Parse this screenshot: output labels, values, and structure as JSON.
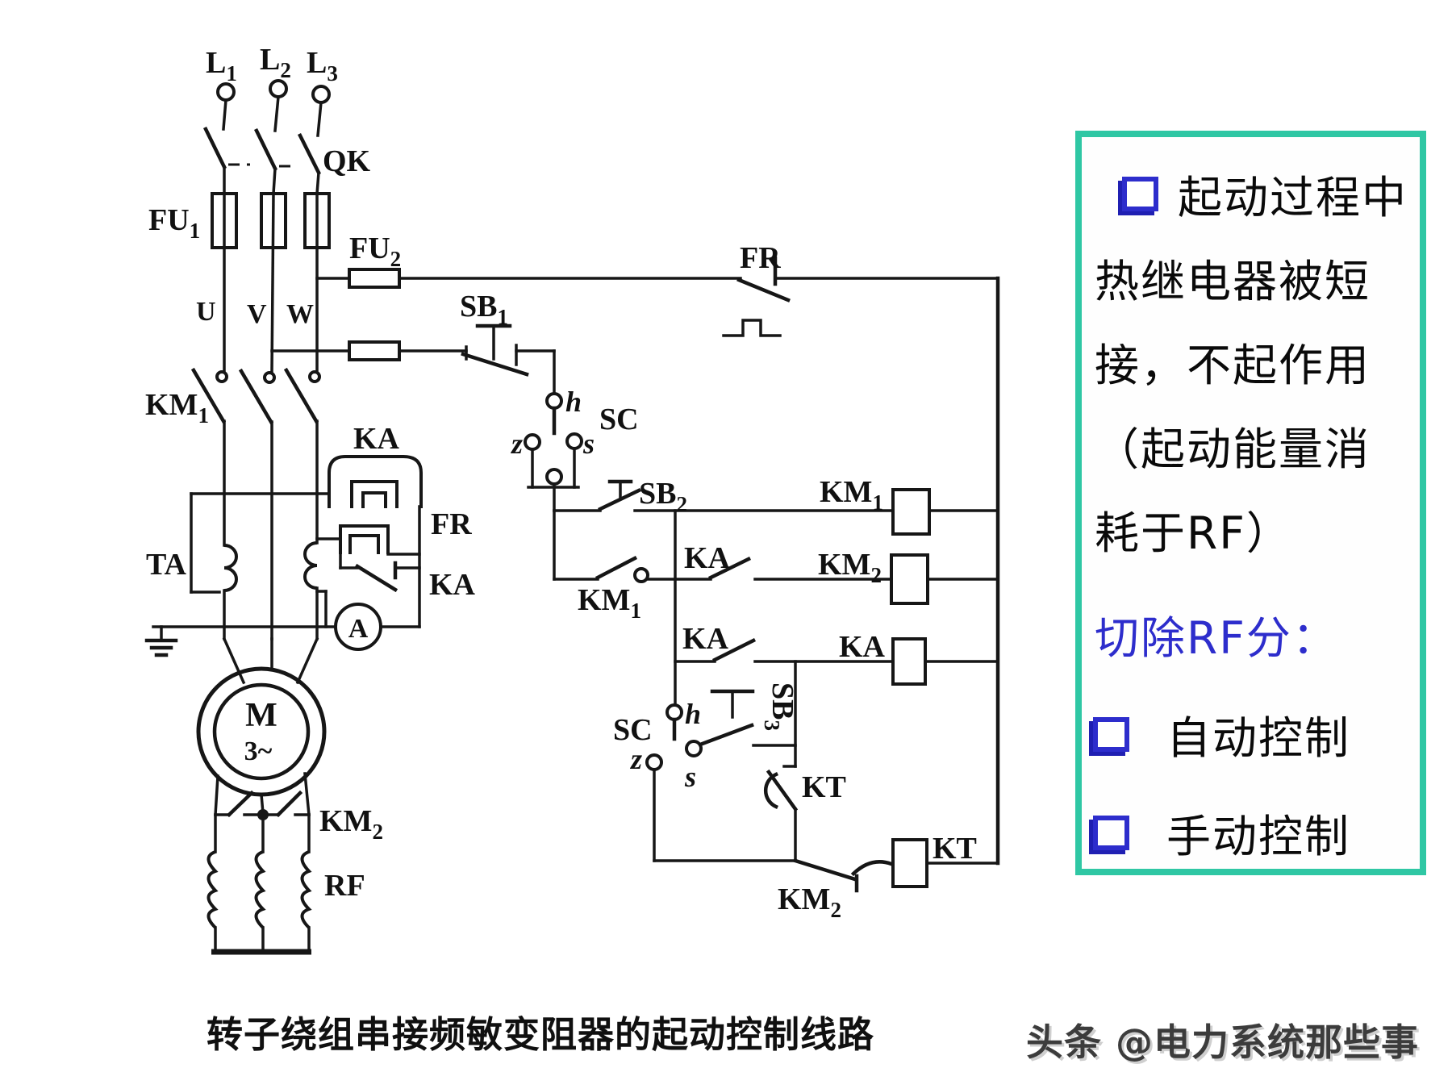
{
  "colors": {
    "panel_border": "#2fc7a4",
    "bullet_blue": "#2d2dcc",
    "blue_text": "#2d2dcc",
    "ink": "#161616",
    "watermark_gray": "#3c3c3c"
  },
  "panel": {
    "lines": [
      {
        "bullet": true,
        "text": "起动过程中",
        "style": "black"
      },
      {
        "bullet": false,
        "text": "热继电器被短",
        "style": "black"
      },
      {
        "bullet": false,
        "text": "接，不起作用",
        "style": "black"
      },
      {
        "bullet": false,
        "text": "（起动能量消",
        "style": "black"
      },
      {
        "bullet": false,
        "text": "耗于RF）",
        "style": "black"
      },
      {
        "bullet": false,
        "text": "切除RF分：",
        "style": "blue"
      },
      {
        "bullet": true,
        "text": "自动控制",
        "style": "black"
      },
      {
        "bullet": true,
        "text": "手动控制",
        "style": "black"
      }
    ]
  },
  "caption": "转子绕组串接频敏变阻器的起动控制线路",
  "watermark": "头条 @电力系统那些事",
  "labels": {
    "l1": {
      "base": "L",
      "sub": "1"
    },
    "l2": {
      "base": "L",
      "sub": "2"
    },
    "l3": {
      "base": "L",
      "sub": "3"
    },
    "qk": "QK",
    "fu1": {
      "base": "FU",
      "sub": "1"
    },
    "fu2": {
      "base": "FU",
      "sub": "2"
    },
    "u": "U",
    "v": "V",
    "w": "W",
    "km1_main": {
      "base": "KM",
      "sub": "1"
    },
    "ka_relay_coil": "KA",
    "fr_heater": "FR",
    "ka_meter_contact": "KA",
    "ta": "TA",
    "ammeter": "A",
    "motor_m": "M",
    "motor_ph": "3~",
    "km2_rotor": {
      "base": "KM",
      "sub": "2"
    },
    "rf": "RF",
    "fr_top": "FR",
    "sb1": {
      "base": "SB",
      "sub": "1"
    },
    "sc_top": "SC",
    "h_top": "h",
    "z_top": "z",
    "s_top": "s",
    "sb2": {
      "base": "SB",
      "sub": "2"
    },
    "km1_hold": {
      "base": "KM",
      "sub": "1"
    },
    "km1_coil": {
      "base": "KM",
      "sub": "1"
    },
    "ka_no1": "KA",
    "km2_coil": {
      "base": "KM",
      "sub": "2"
    },
    "ka_no2": "KA",
    "ka_coil": "KA",
    "sc_low": "SC",
    "h_low": "h",
    "z_low": "z",
    "s_low": "s",
    "sb3": {
      "base": "SB",
      "sub": "3"
    },
    "kt_contact": "KT",
    "km2_nc": {
      "base": "KM",
      "sub": "2"
    },
    "kt_coil": "KT"
  }
}
